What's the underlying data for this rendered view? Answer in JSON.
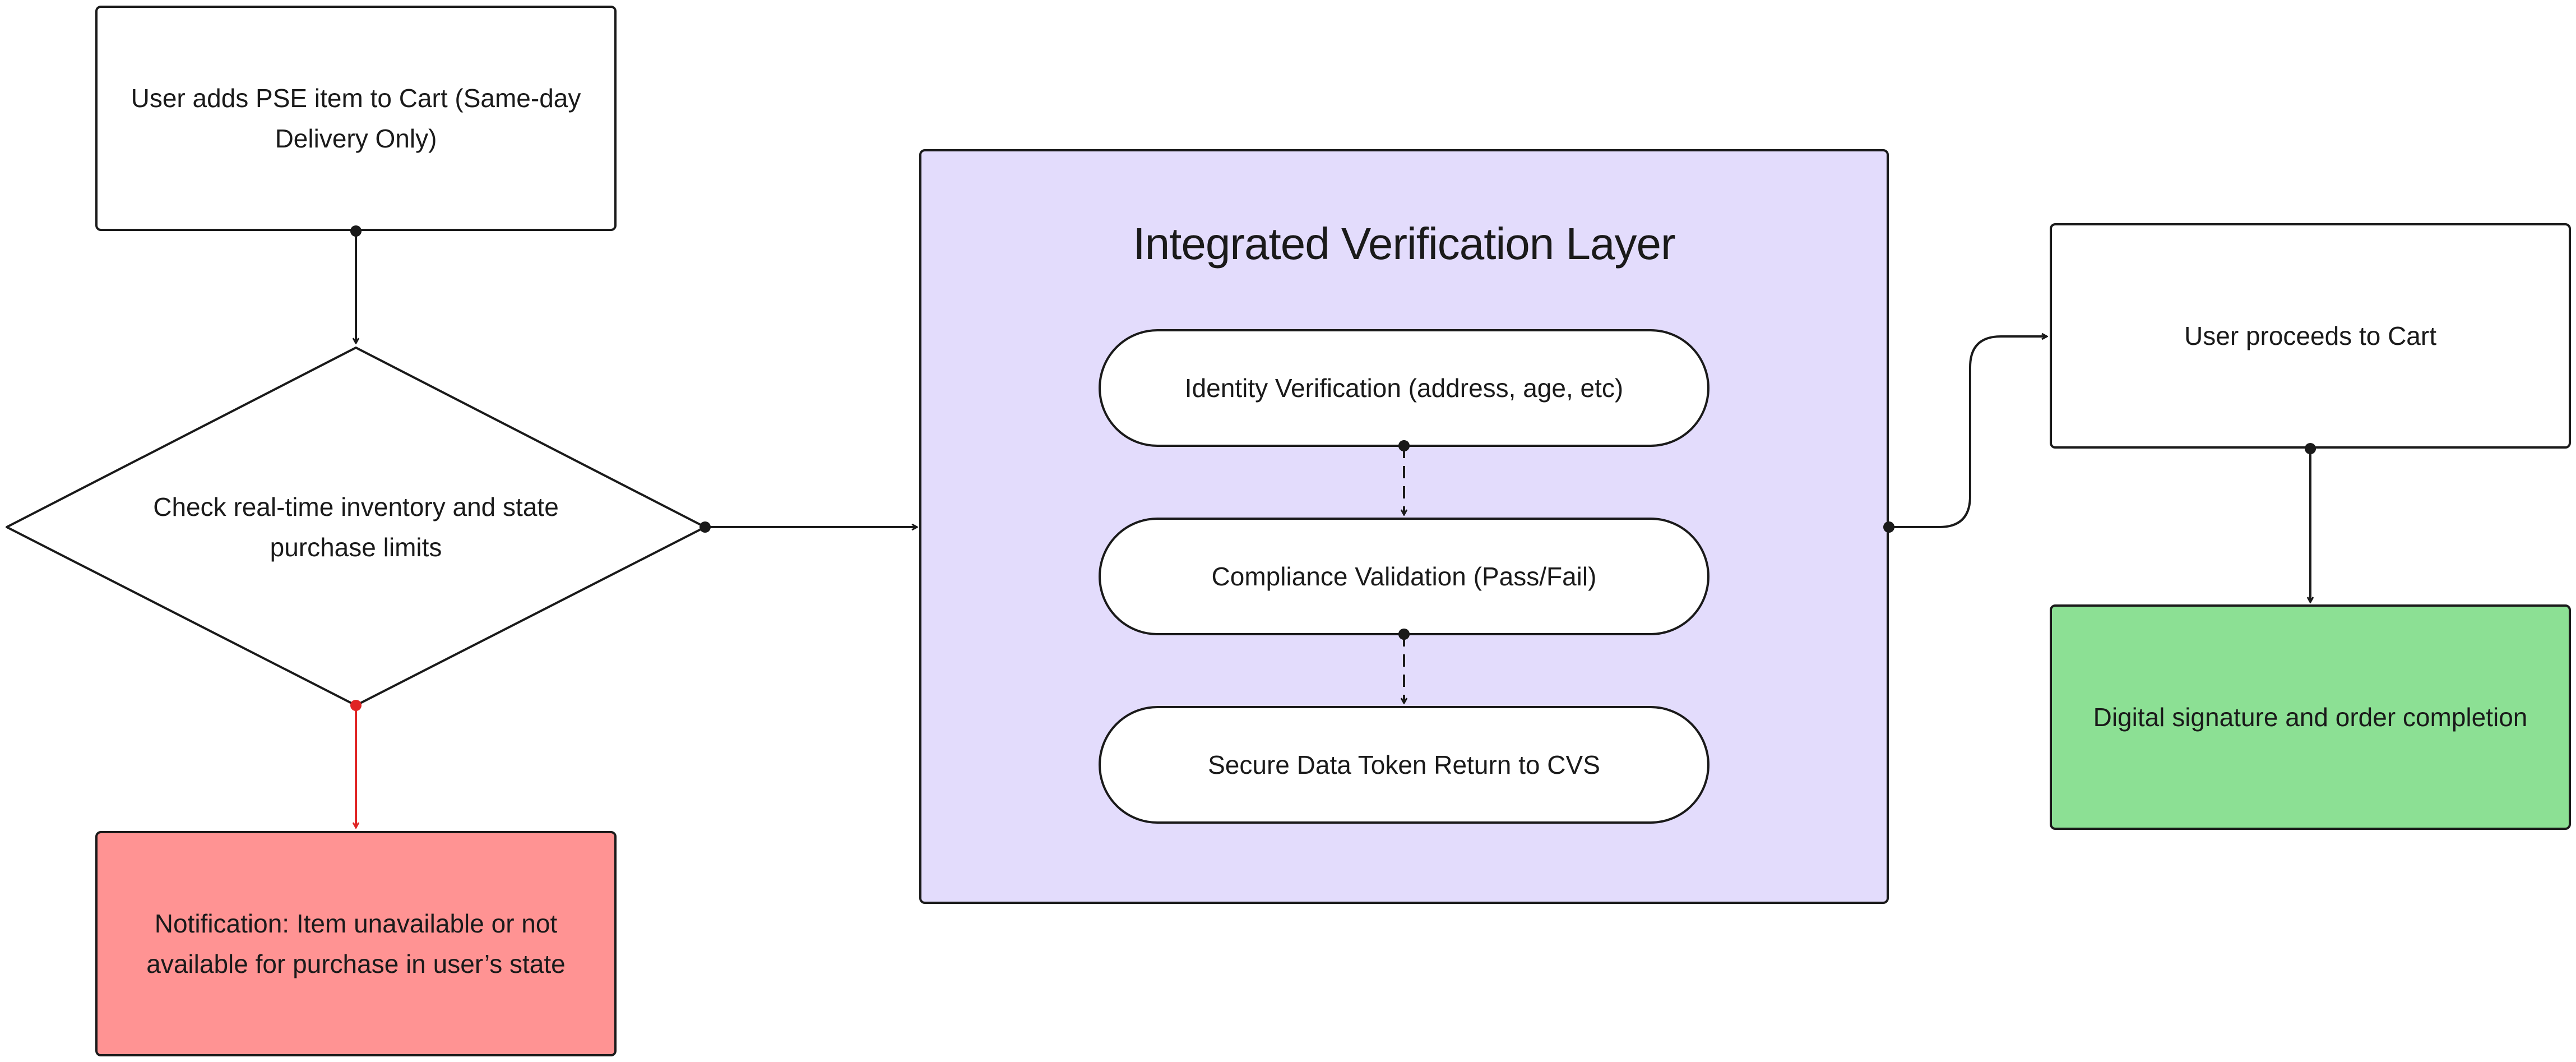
{
  "nodes": {
    "start": "User adds PSE item to Cart (Same-day Delivery Only)",
    "decision": "Check real-time inventory and state purchase limits",
    "notification": "Notification: Item unavailable or not available for purchase in user’s state",
    "layer_title": "Integrated Verification Layer",
    "identity": "Identity Verification (address, age, etc)",
    "compliance": "Compliance Validation (Pass/Fail)",
    "token": "Secure Data Token Return to CVS",
    "cart": "User proceeds to Cart",
    "signature": "Digital signature and order completion"
  },
  "colors": {
    "stroke": "#1a1a1a",
    "layer_fill": "#e3dcfc",
    "notification_fill": "#ff9393",
    "signature_fill": "#8ce094",
    "error_edge": "#e02424"
  }
}
